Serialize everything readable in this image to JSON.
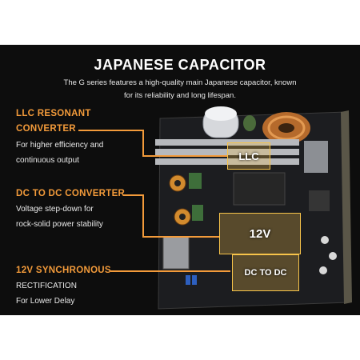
{
  "header": {
    "title": "JAPANESE CAPACITOR",
    "subtitle_line1": "The G series features a high-quality main Japanese capacitor, known",
    "subtitle_line2": "for its reliability and long lifespan."
  },
  "features": [
    {
      "heading_line1": "LLC RESONANT",
      "heading_line2": "CONVERTER",
      "desc_line1": "For higher efficiency and",
      "desc_line2": "continuous output"
    },
    {
      "heading_line1": "DC TO DC CONVERTER",
      "desc_line1": "Voltage step-down for",
      "desc_line2": "rock-solid power stability"
    },
    {
      "heading_line1": "12V SYNCHRONOUS",
      "heading_line2": "RECTIFICATION",
      "desc_line1": "For Lower Delay"
    }
  ],
  "highlights": {
    "llc": "LLC",
    "v12": "12V",
    "dcdc": "DC TO DC"
  },
  "colors": {
    "accent": "#f29a3a",
    "highlight": "#f6c34a",
    "background": "#0d0d0d"
  }
}
